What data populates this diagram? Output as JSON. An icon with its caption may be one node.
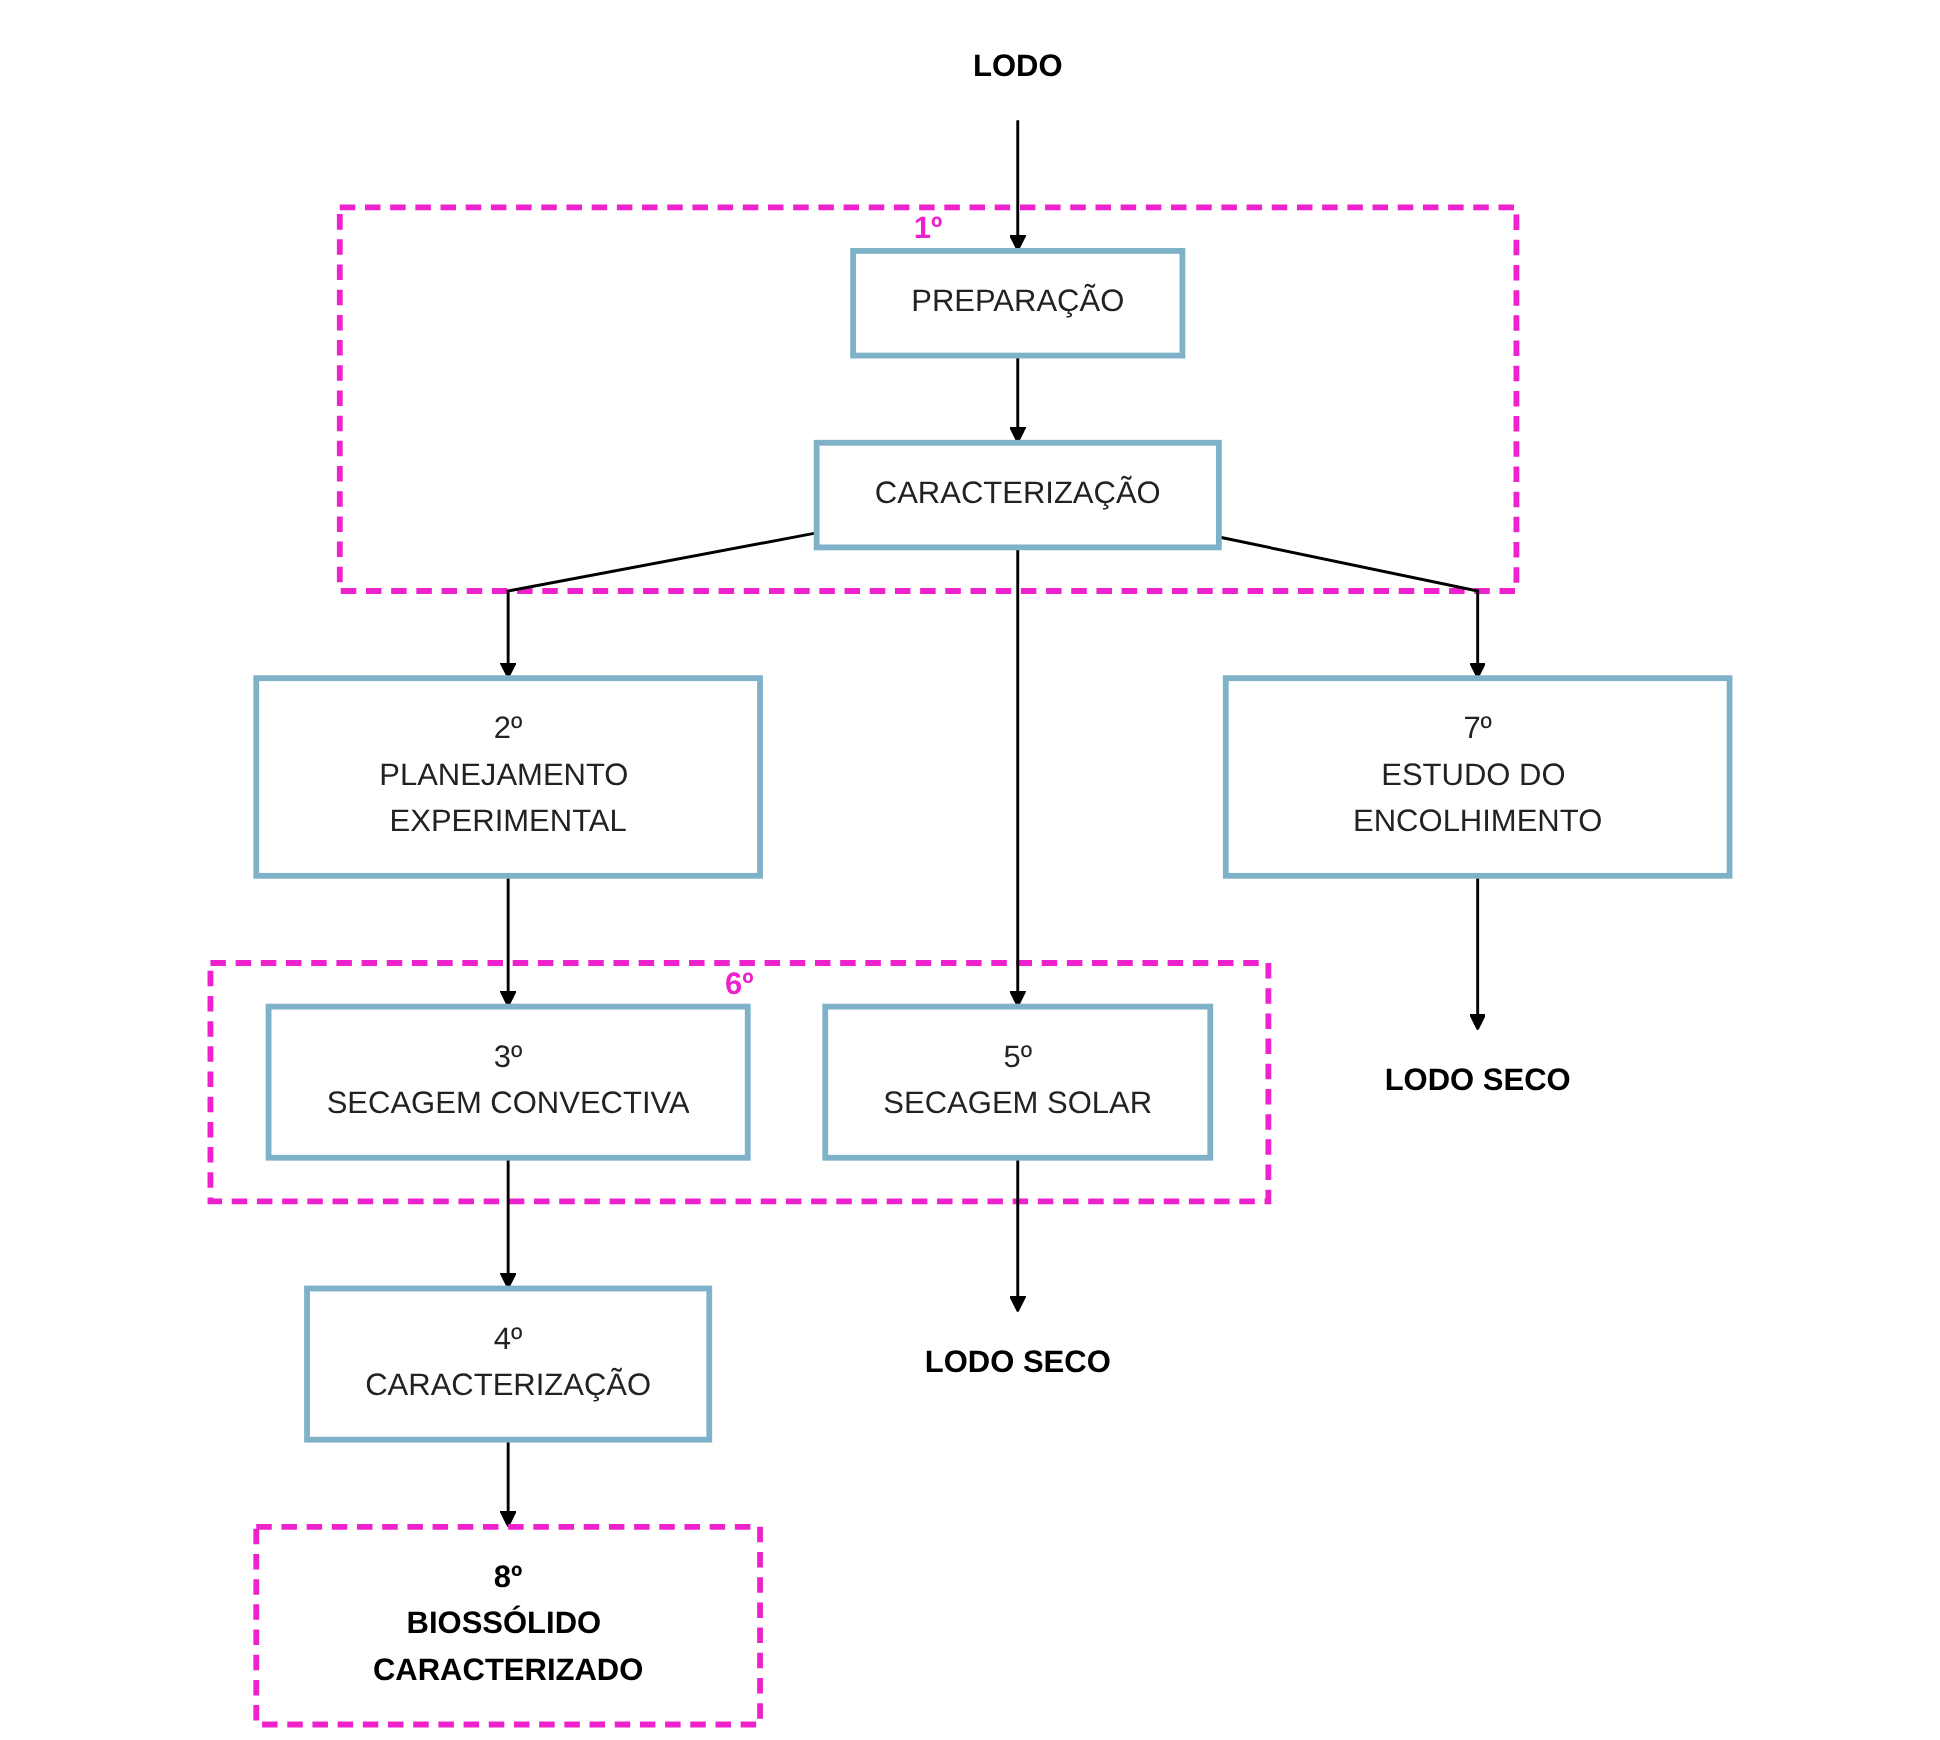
{
  "diagram": {
    "nodes": [
      {
        "text": [
          "LODO"
        ]
      },
      {
        "text": [
          "1º"
        ]
      },
      {
        "text": [
          "PREPARAÇÃO"
        ],
        "in": 1
      },
      {
        "text": [
          "CARACTERIZAÇÃO"
        ],
        "in": 1
      },
      {
        "text": [
          "2º",
          "PLANEJAMENTO EXPERIMENTAL"
        ]
      },
      {
        "text": [
          "6º"
        ]
      },
      {
        "text": [
          "3º",
          "SECAGEM CONVECTIVA"
        ],
        "in": 5
      },
      {
        "text": [
          "5º",
          "SECAGEM SOLAR"
        ],
        "in": 5
      },
      {
        "text": [
          "7º",
          "ESTUDO DO ENCOLHIMENTO"
        ]
      },
      {
        "text": [
          "4º",
          "CARACTERIZAÇÃO"
        ]
      },
      {
        "text": [
          "LODO SECO"
        ]
      },
      {
        "text": [
          "LODO SECO"
        ]
      },
      {
        "text": [
          "8º",
          "BIOSSÓLIDO CARACTERIZADO"
        ]
      }
    ],
    "edges": [
      {
        "from": 0,
        "to": 2,
        "arrow": "to"
      },
      {
        "from": 2,
        "to": 3,
        "arrow": "to"
      },
      {
        "from": 3,
        "to": 4,
        "arrow": "to"
      },
      {
        "from": 3,
        "to": 7,
        "arrow": "to"
      },
      {
        "from": 3,
        "to": 8,
        "arrow": "to"
      },
      {
        "from": 4,
        "to": 6,
        "arrow": "to"
      },
      {
        "from": 6,
        "to": 9,
        "arrow": "to"
      },
      {
        "from": 7,
        "to": 10,
        "arrow": "to"
      },
      {
        "from": 8,
        "to": 11,
        "arrow": "to"
      },
      {
        "from": 9,
        "to": 12,
        "arrow": "to"
      }
    ]
  }
}
